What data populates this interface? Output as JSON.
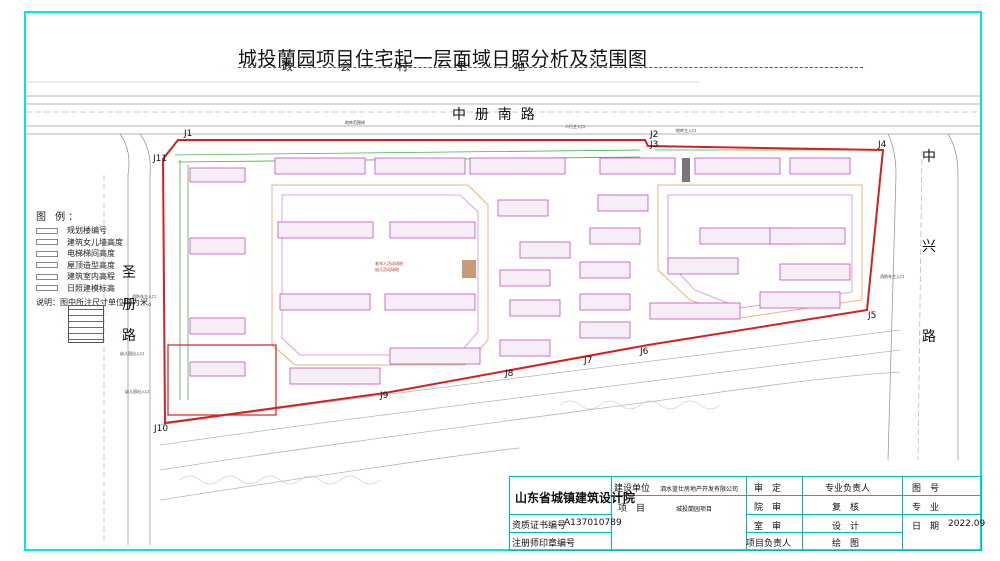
{
  "title": "城投蘭园项目住宅起一层面域日照分析及范围图",
  "top_road_chars": [
    "政",
    "会",
    "村",
    "生",
    "地"
  ],
  "roads": {
    "north": "中  册  南  路",
    "west": [
      "圣",
      "册",
      "路"
    ],
    "east": [
      "中",
      "兴",
      "路"
    ]
  },
  "boundary_points": [
    "J1",
    "J2",
    "J3",
    "J4",
    "J5",
    "J6",
    "J7",
    "J8",
    "J9",
    "J10",
    "J11"
  ],
  "legend": {
    "heading": "图 例：",
    "items": [
      "规划楼编号",
      "建筑女儿墙高度",
      "电梯梯间高度",
      "屋顶造型高度",
      "建筑室内高程",
      "日照建模标高"
    ],
    "note": "说明：图中所注尺寸单位均为米。"
  },
  "titleblock": {
    "org": "山东省城镇建筑设计院",
    "cert_label": "资质证书编号",
    "cert_no": "A137010789",
    "reg_label": "注册师印章编号",
    "client_label": "建设单位",
    "client": "泗水蓝仕房地产开发有限公司",
    "project_label": "项　目",
    "project": "城投蘭园项目",
    "approve": "审　定",
    "chief": "专业负责人",
    "dean": "院　审",
    "recheck": "复　核",
    "room": "室　审",
    "design": "设　计",
    "pm": "项目负责人",
    "draw": "绘　图",
    "no_label": "图　号",
    "major_label": "专　业",
    "date_label": "日　期",
    "date": "2022.09"
  }
}
